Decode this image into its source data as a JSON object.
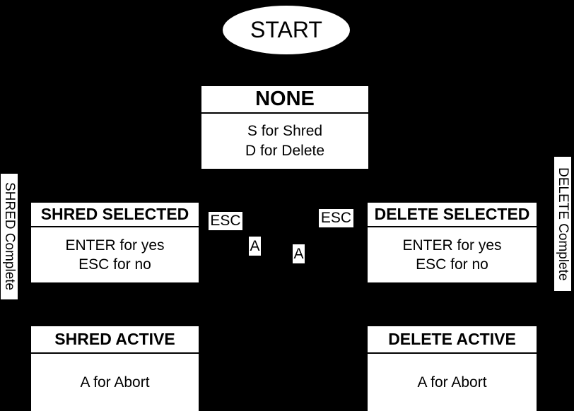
{
  "diagram": {
    "colors": {
      "background": "#000000",
      "node_fill": "#ffffff",
      "text": "#000000"
    },
    "start": {
      "label": "START"
    },
    "states": {
      "none": {
        "title": "NONE",
        "line1": "S for Shred",
        "line2": "D for Delete"
      },
      "shred_selected": {
        "title": "SHRED SELECTED",
        "line1": "ENTER for yes",
        "line2": "ESC for no"
      },
      "delete_selected": {
        "title": "DELETE SELECTED",
        "line1": "ENTER for yes",
        "line2": "ESC for no"
      },
      "shred_active": {
        "title": "SHRED ACTIVE",
        "line1": "A for Abort"
      },
      "delete_active": {
        "title": "DELETE ACTIVE",
        "line1": "A for Abort"
      }
    },
    "transitions": {
      "esc_left": "ESC",
      "esc_right": "ESC",
      "abort_left": "A",
      "abort_right": "A",
      "shred_complete": "SHRED Complete",
      "delete_complete": "DELETE Complete"
    }
  }
}
